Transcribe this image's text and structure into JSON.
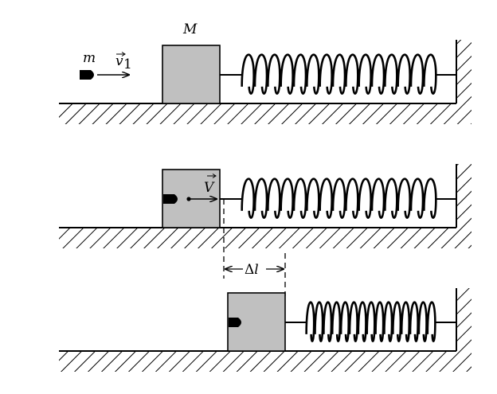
{
  "labels": {
    "big_mass": "M",
    "small_mass": "m",
    "bullet_velocity_symbol": "v",
    "bullet_velocity_subscript": "1",
    "combined_velocity_symbol": "V",
    "compression_delta": "Δ",
    "compression_l": "l"
  },
  "colors": {
    "block_fill": "#c0c0c0",
    "line": "#000000"
  }
}
